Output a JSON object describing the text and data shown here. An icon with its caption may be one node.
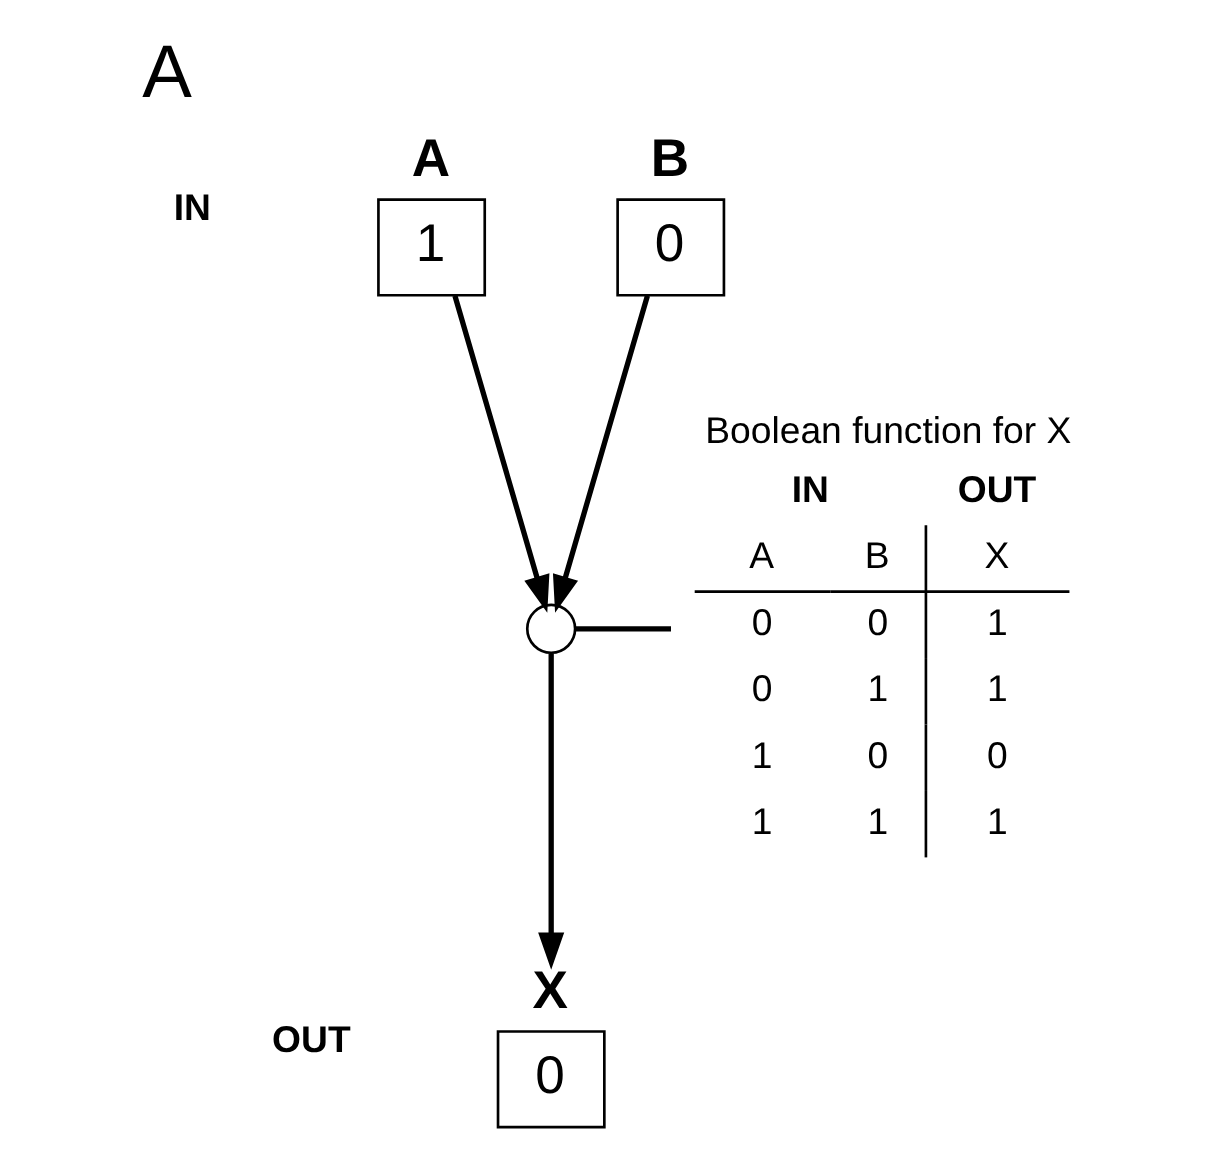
{
  "diagram": {
    "title": "A",
    "nodes": [
      {
        "text": [
          "1"
        ],
        "beside": [
          "A"
        ]
      },
      {
        "text": [
          "0"
        ],
        "beside": [
          "B"
        ]
      },
      {
        "text": [],
        "shape": "circle"
      },
      {
        "text": [
          "0"
        ],
        "beside": [
          "X"
        ]
      },
      {
        "text": [
          "Boolean function for X",
          "IN",
          "OUT",
          "A",
          "B",
          "X",
          "0",
          "0",
          "1",
          "0",
          "1",
          "1",
          "1",
          "0",
          "0",
          "1",
          "1",
          "1"
        ]
      }
    ],
    "edges": [
      {
        "from": 0,
        "to": 2,
        "arrow": "to"
      },
      {
        "from": 1,
        "to": 2,
        "arrow": "to"
      },
      {
        "from": 2,
        "to": 3,
        "arrow": "to"
      },
      {
        "from": 2,
        "to": 4,
        "arrow": "none"
      }
    ],
    "labels": [
      "IN",
      "OUT"
    ]
  }
}
